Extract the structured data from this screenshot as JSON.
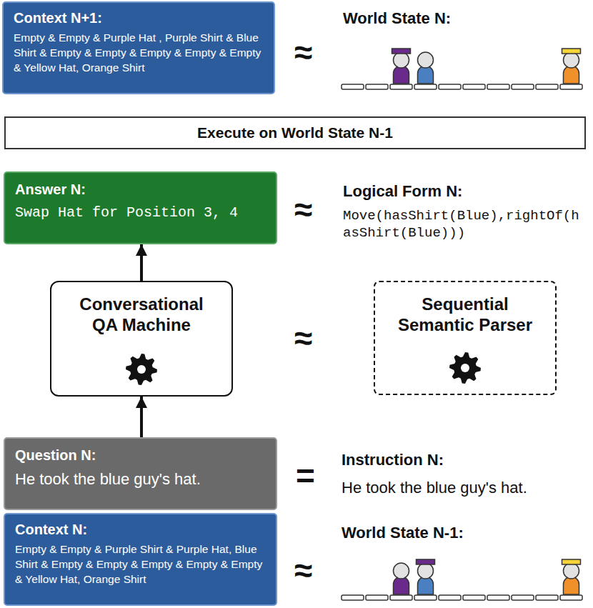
{
  "diagram": {
    "nodes": [
      {
        "text": [
          "Context N+1:",
          "Empty & Empty & Purple Hat , Purple Shirt & Blue Shirt & Empty & Empty & Empty & Empty & Empty & Yellow Hat, Orange Shirt"
        ]
      },
      {
        "text": [
          "Execute on World State N-1"
        ]
      },
      {
        "text": [
          "Answer N:",
          "Swap Hat for Position 3, 4"
        ]
      },
      {
        "text": [
          "Conversational QA Machine"
        ]
      },
      {
        "text": [
          "Sequential Semantic Parser"
        ]
      },
      {
        "text": [
          "Question N:",
          "He took the blue guy's hat."
        ]
      },
      {
        "text": [
          "Context N:",
          "Empty & Empty & Purple Shirt & Purple Hat, Blue Shirt & Empty & Empty & Empty & Empty & Empty & Yellow Hat, Orange Shirt"
        ]
      }
    ],
    "edges": [
      {
        "from": 5,
        "to": 3,
        "arrow": "to"
      },
      {
        "from": 3,
        "to": 2,
        "arrow": "to"
      }
    ],
    "labels": [
      "World State N:",
      "≈",
      "≈",
      "Logical Form N:",
      "Move(hasShirt(Blue),rightOf(hasShirt(Blue)))",
      "≈",
      "=",
      "Instruction N:",
      "He took the blue guy's hat.",
      "≈",
      "World State N-1:"
    ]
  }
}
